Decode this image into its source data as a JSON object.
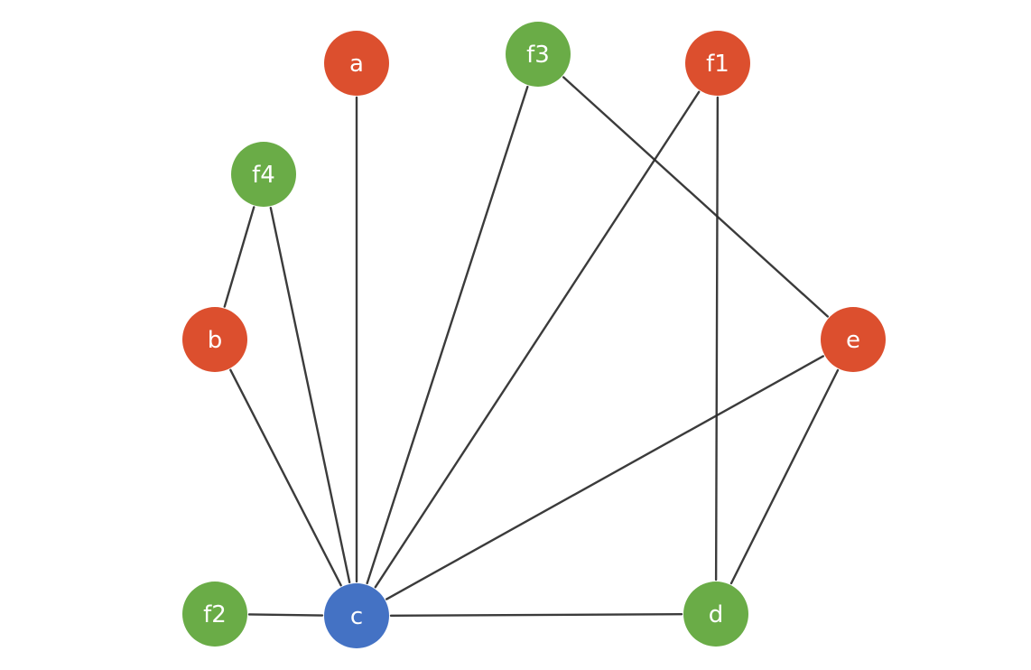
{
  "diagram": {
    "type": "graph",
    "colors": {
      "red": "#dc4f2e",
      "green": "#6aac47",
      "blue": "#4472c4",
      "edge": "#2b2b2b"
    },
    "nodes": [
      {
        "id": "a",
        "label": "a",
        "color": "red"
      },
      {
        "id": "f3",
        "label": "f3",
        "color": "green"
      },
      {
        "id": "f1",
        "label": "f1",
        "color": "red"
      },
      {
        "id": "f4",
        "label": "f4",
        "color": "green"
      },
      {
        "id": "b",
        "label": "b",
        "color": "red"
      },
      {
        "id": "e",
        "label": "e",
        "color": "red"
      },
      {
        "id": "f2",
        "label": "f2",
        "color": "green"
      },
      {
        "id": "c",
        "label": "c",
        "color": "blue"
      },
      {
        "id": "d",
        "label": "d",
        "color": "green"
      }
    ],
    "edges": [
      [
        "a",
        "c"
      ],
      [
        "f3",
        "c"
      ],
      [
        "f3",
        "e"
      ],
      [
        "f1",
        "c"
      ],
      [
        "f1",
        "d"
      ],
      [
        "f4",
        "b"
      ],
      [
        "f4",
        "c"
      ],
      [
        "b",
        "c"
      ],
      [
        "e",
        "c"
      ],
      [
        "e",
        "d"
      ],
      [
        "f2",
        "c"
      ],
      [
        "c",
        "d"
      ]
    ]
  }
}
